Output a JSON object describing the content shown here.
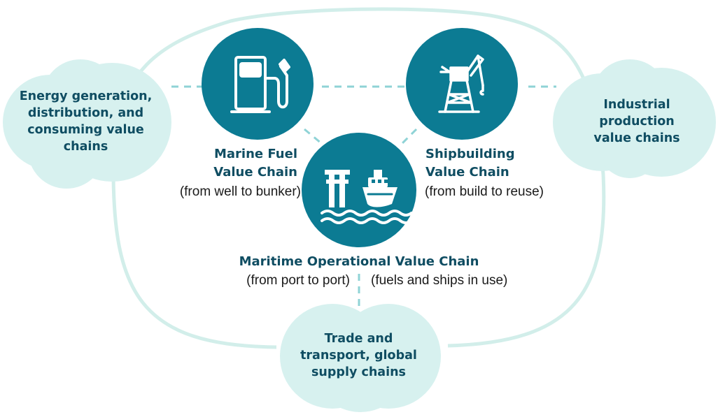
{
  "colors": {
    "teal_dark": "#0c7b93",
    "navy_text": "#0f4d62",
    "mint": "#d7f1ef",
    "ring": "#d2eeea",
    "dash": "#8fd3d6"
  },
  "outer_nodes": {
    "energy": {
      "lines": [
        "Energy generation,",
        "distribution, and",
        "consuming value",
        "chains"
      ]
    },
    "industrial": {
      "lines": [
        "Industrial",
        "production",
        "value chains"
      ]
    },
    "trade": {
      "lines": [
        "Trade and",
        "transport, global",
        "supply chains"
      ]
    }
  },
  "chains": {
    "marine_fuel": {
      "icon": "fuel-pump-icon",
      "title_lines": [
        "Marine Fuel",
        "Value Chain"
      ],
      "subtitle": "(from well to bunker)"
    },
    "shipbuilding": {
      "icon": "crane-icon",
      "title_lines": [
        "Shipbuilding",
        "Value Chain"
      ],
      "subtitle": "(from build to reuse)"
    },
    "maritime_operational": {
      "icon": "ship-port-icon",
      "title": "Maritime Operational Value Chain",
      "subtitle_left": "(from port to port)",
      "subtitle_right": "(fuels and ships in use)"
    }
  }
}
